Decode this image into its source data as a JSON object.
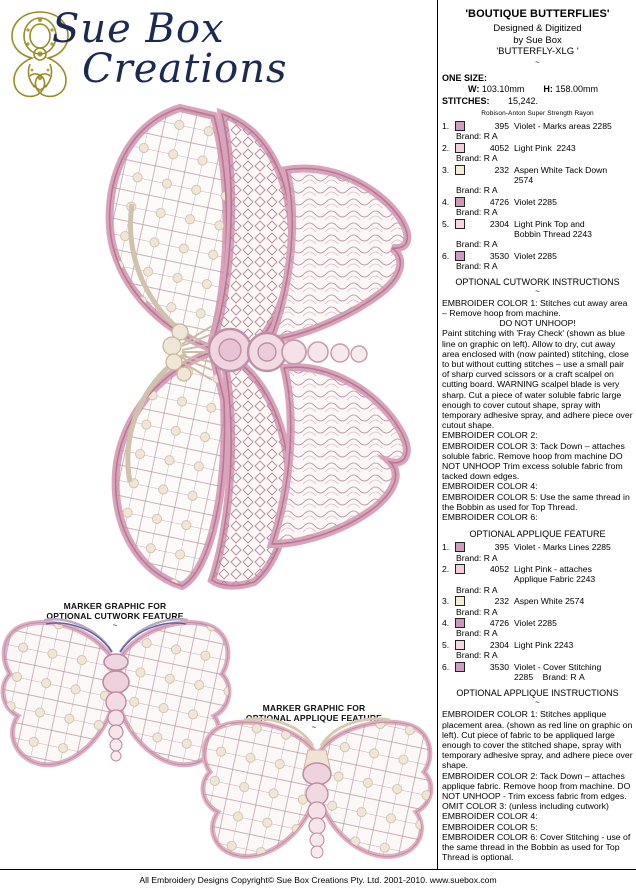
{
  "logo": {
    "line1": "Sue Box",
    "line2": "Creations",
    "mark": "ornamental-monogram"
  },
  "marker_captions": {
    "cutwork": [
      "MARKER GRAPHIC FOR",
      "OPTIONAL CUTWORK FEATURE"
    ],
    "applique": [
      "MARKER GRAPHIC FOR",
      "OPTIONAL APPLIQUE FEATURE"
    ],
    "tilde": "~"
  },
  "panel": {
    "collection_title": "'BOUTIQUE BUTTERFLIES'",
    "designed_line1": "Designed & Digitized",
    "designed_line2": "by Sue Box",
    "design_name": "'BUTTERFLY-XLG '",
    "tilde": "~",
    "size_label": "ONE SIZE:",
    "width_label": "W:",
    "width_value": "103.10mm",
    "height_label": "H:",
    "height_value": "158.00mm",
    "stitches_label": "STITCHES:",
    "stitches_value": "15,242.",
    "thread_brand_line": "Robison-Anton Super Strength Rayon"
  },
  "cutwork_colors": [
    {
      "n": "1.",
      "swatch": "#cf9cc0",
      "code": "395",
      "desc": "Violet - Marks areas 2285",
      "brand": "Brand: R A"
    },
    {
      "n": "2.",
      "swatch": "#f2cddb",
      "code": "4052",
      "desc": "Light Pink  2243",
      "brand": "Brand: R A"
    },
    {
      "n": "3.",
      "swatch": "#f2ecd4",
      "code": "232",
      "desc": "Aspen White Tack Down\n2574",
      "brand": "Brand: R A"
    },
    {
      "n": "4.",
      "swatch": "#d096b9",
      "code": "4726",
      "desc": "Violet 2285",
      "brand": "Brand: R A"
    },
    {
      "n": "5.",
      "swatch": "#f6d6e2",
      "code": "2304",
      "desc": "Light Pink Top and\nBobbin Thread 2243",
      "brand": "Brand: R A"
    },
    {
      "n": "6.",
      "swatch": "#cc9ac2",
      "code": "3530",
      "desc": "Violet 2285",
      "brand": "Brand: R A"
    }
  ],
  "cutwork_instructions": {
    "heading": "OPTIONAL CUTWORK INSTRUCTIONS",
    "tilde": "~",
    "paragraphs": [
      "EMBROIDER COLOR 1: Stitches cut away area – Remove hoop from machine.",
      "DO NOT UNHOOP!",
      "Paint stitching with 'Fray Check' (shown as blue line on graphic on left). Allow to dry, cut away area enclosed with (now painted) stitching, close to but without cutting stitches – use a small pair of sharp curved scissors or a craft scalpel on cutting board. WARNING scalpel blade is very sharp. Cut a piece of water soluble fabric large enough to cover cutout shape, spray with temporary adhesive spray, and adhere piece over cutout shape.",
      "EMBROIDER COLOR 2:",
      "EMBROIDER COLOR 3:  Tack Down – attaches soluble fabric. Remove hoop from machine DO NOT UNHOOP Trim excess soluble fabric from tacked down edges.",
      "EMBROIDER COLOR 4:",
      "EMBROIDER COLOR 5: Use the same thread in the Bobbin as used for Top Thread.",
      "EMBROIDER COLOR 6:"
    ]
  },
  "applique_feature_heading": "OPTIONAL APPLIQUE FEATURE",
  "applique_colors": [
    {
      "n": "1.",
      "swatch": "#cf9cc0",
      "code": "395",
      "desc": "Violet - Marks Lines 2285",
      "brand": "Brand: R A"
    },
    {
      "n": "2.",
      "swatch": "#f2cddb",
      "code": "4052",
      "desc": "Light Pink - attaches\nApplique Fabric 2243",
      "brand": "Brand: R A"
    },
    {
      "n": "3.",
      "swatch": "#f2ecd4",
      "code": "232",
      "desc": "Aspen White 2574",
      "brand": "Brand: R A"
    },
    {
      "n": "4.",
      "swatch": "#d096b9",
      "code": "4726",
      "desc": "Violet 2285",
      "brand": "Brand: R A"
    },
    {
      "n": "5.",
      "swatch": "#f6d6e2",
      "code": "2304",
      "desc": "Light Pink 2243",
      "brand": "Brand: R A"
    },
    {
      "n": "6.",
      "swatch": "#cc9ac2",
      "code": "3530",
      "desc": "Violet - Cover Stitching\n2285    Brand: R A",
      "brand": ""
    }
  ],
  "applique_instructions": {
    "heading": "OPTIONAL APPLIQUE INSTRUCTIONS",
    "tilde": "~",
    "paragraphs": [
      "EMBROIDER COLOR 1: Stitches applique placement area. (shown as red line on graphic on left). Cut piece of fabric to be appliqued large enough to cover the stitched shape, spray with temporary adhesive spray, and adhere piece over shape.",
      "EMBROIDER COLOR 2: Tack Down – attaches applique fabric. Remove hoop from machine. DO NOT UNHOOP - Trim excess fabric from edges.",
      "OMIT COLOR 3: (unless including cutwork)",
      "EMBROIDER COLOR 4:",
      "EMBROIDER COLOR 5:",
      "EMBROIDER COLOR 6: Cover Stitching - use of the same thread in the Bobbin as used for Top Thread is optional."
    ]
  },
  "footer": {
    "text": "All Embroidery Designs Copyright© Sue Box Creations Pty. Ltd. 2001-2010. www.suebox.com"
  },
  "colors": {
    "wing_outline": "#d9a3bd",
    "wing_outline_dark": "#b9788f",
    "fill_cream": "#f3ece0",
    "fill_pale": "#fbf6f2",
    "stitch_mauve": "#b08a9a",
    "logo_gold": "#9a8c22",
    "logo_navy": "#1b2a52",
    "panel_rule": "#000000"
  }
}
